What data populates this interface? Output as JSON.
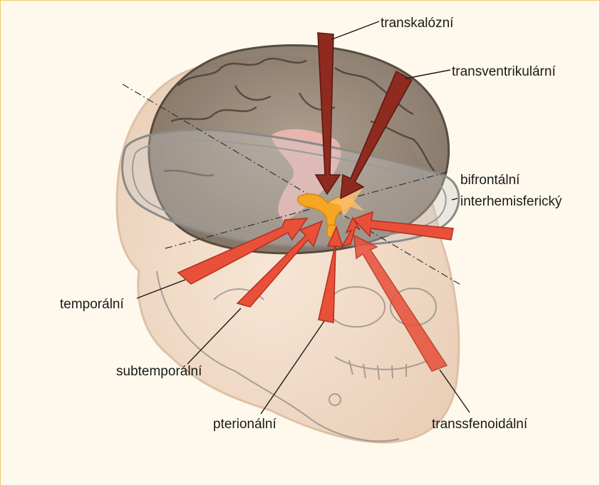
{
  "colors": {
    "background": "#fef9ec",
    "border": "#f2c96a",
    "arrow_lateral": "#e8503a",
    "arrow_superior": "#8e2a1f",
    "target": "#f5a623",
    "brain": "#8b7d6b",
    "skull": "#d8b8a0"
  },
  "labels": {
    "transkalozni": "transkalózní",
    "transventrikularni": "transventrikulární",
    "bifrontalni_1": "bifrontální",
    "bifrontalni_2": "interhemisferický",
    "temporalni": "temporální",
    "subtemporalni": "subtemporální",
    "pterionalni": "pterionální",
    "transsfenoidalni": "transsfenoidální"
  }
}
